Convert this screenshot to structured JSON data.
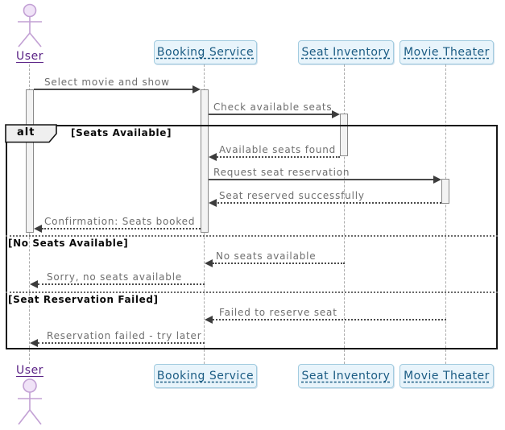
{
  "diagram_type": "uml-sequence",
  "actor": {
    "label": "User"
  },
  "participants": [
    {
      "label": "Booking Service"
    },
    {
      "label": "Seat Inventory"
    },
    {
      "label": "Movie Theater"
    }
  ],
  "fragment": {
    "operator": "alt",
    "guards": [
      "[Seats Available]",
      "[No Seats Available]",
      "[Seat Reservation Failed]"
    ]
  },
  "messages": [
    {
      "from": "User",
      "to": "Booking Service",
      "label": "Select movie and show",
      "line": "solid"
    },
    {
      "from": "Booking Service",
      "to": "Seat Inventory",
      "label": "Check available seats",
      "line": "solid"
    },
    {
      "from": "Seat Inventory",
      "to": "Booking Service",
      "label": "Available seats found",
      "line": "dashed"
    },
    {
      "from": "Booking Service",
      "to": "Movie Theater",
      "label": "Request seat reservation",
      "line": "solid"
    },
    {
      "from": "Movie Theater",
      "to": "Booking Service",
      "label": "Seat reserved successfully",
      "line": "dashed"
    },
    {
      "from": "Booking Service",
      "to": "User",
      "label": "Confirmation: Seats booked",
      "line": "dashed"
    },
    {
      "from": "Seat Inventory",
      "to": "Booking Service",
      "label": "No seats available",
      "line": "dashed"
    },
    {
      "from": "Booking Service",
      "to": "User",
      "label": "Sorry, no seats available",
      "line": "dashed"
    },
    {
      "from": "Movie Theater",
      "to": "Booking Service",
      "label": "Failed to reserve seat",
      "line": "dashed"
    },
    {
      "from": "Booking Service",
      "to": "User",
      "label": "Reservation failed - try later",
      "line": "dashed"
    }
  ],
  "colors": {
    "participant_fill": "#E8F4FB",
    "participant_border": "#A3CCE0",
    "participant_text": "#1A5B83",
    "actor_stroke": "#C2A0D4",
    "actor_fill": "#F0E3F7",
    "actor_text": "#5B2386",
    "arrow": "#4A4A4A",
    "message_text": "#6F6F6F",
    "lifeline": "#ABABAB",
    "activation_fill": "#F3F3F3",
    "fragment_border": "#171717",
    "fragment_label_fill": "#EFEFEF"
  }
}
